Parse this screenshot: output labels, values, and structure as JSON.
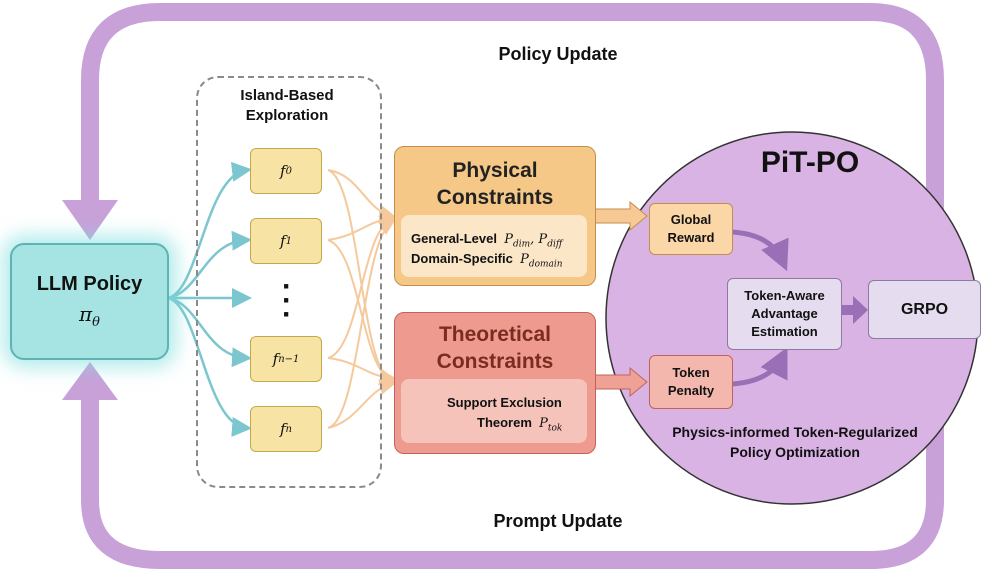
{
  "loop": {
    "top_label": "Policy Update",
    "bottom_label": "Prompt Update",
    "color": "#c9a1d9"
  },
  "llm_policy": {
    "title": "LLM Policy",
    "symbol": "πθ"
  },
  "island": {
    "title_line1": "Island-Based",
    "title_line2": "Exploration",
    "nodes": [
      "f0",
      "f1",
      "⋮",
      "fn−1",
      "fn"
    ]
  },
  "physical": {
    "title_line1": "Physical",
    "title_line2": "Constraints",
    "row1_label": "General-Level",
    "row1_math": "Pdim, Pdiff",
    "row2_label": "Domain-Specific",
    "row2_math": "Pdomain"
  },
  "theoretical": {
    "title_line1": "Theoretical",
    "title_line2": "Constraints",
    "row1_label": "Support Exclusion",
    "row2_label": "Theorem",
    "row2_math": "Ptok"
  },
  "pitpo": {
    "title": "PiT-PO",
    "global_reward": "Global Reward",
    "token_penalty": "Token Penalty",
    "token_aware": "Token-Aware Advantage Estimation",
    "grpo": "GRPO",
    "subtitle_line1": "Physics-informed Token-Regularized",
    "subtitle_line2": "Policy Optimization"
  },
  "colors": {
    "teal_arrows": "#7cc6cf",
    "orange_arrows": "#f5c99b",
    "purple_arrows": "#9a6fb5",
    "circle_fill": "#d8b3e3"
  }
}
